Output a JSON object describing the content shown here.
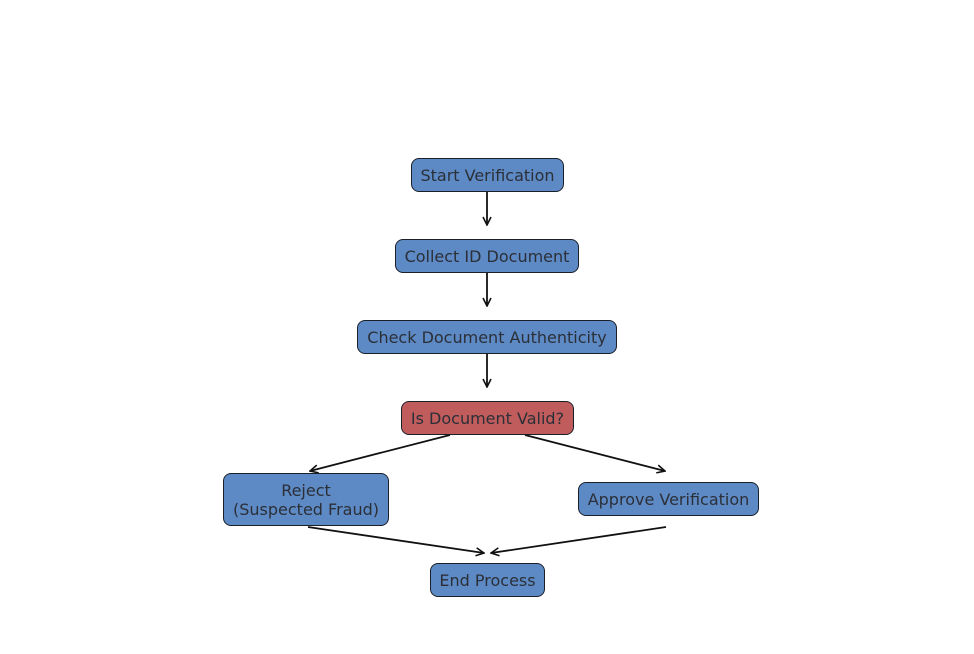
{
  "diagram": {
    "colors": {
      "process_fill": "#5d8ac4",
      "decision_fill": "#c05c5c",
      "border": "#1b1f2a",
      "text": "#2b2f38",
      "edge": "#111111"
    },
    "nodes": {
      "start": {
        "label": "Start Verification",
        "kind": "process"
      },
      "collect": {
        "label": "Collect ID Document",
        "kind": "process"
      },
      "check": {
        "label": "Check Document Authenticity",
        "kind": "process"
      },
      "valid": {
        "label": "Is Document Valid?",
        "kind": "decision"
      },
      "reject": {
        "label": "Reject\n(Suspected Fraud)",
        "kind": "process"
      },
      "approve": {
        "label": "Approve Verification",
        "kind": "process"
      },
      "end": {
        "label": "End Process",
        "kind": "process"
      }
    },
    "edges": [
      {
        "from": "start",
        "to": "collect"
      },
      {
        "from": "collect",
        "to": "check"
      },
      {
        "from": "check",
        "to": "valid"
      },
      {
        "from": "valid",
        "to": "reject"
      },
      {
        "from": "valid",
        "to": "approve"
      },
      {
        "from": "reject",
        "to": "end"
      },
      {
        "from": "approve",
        "to": "end"
      }
    ]
  }
}
